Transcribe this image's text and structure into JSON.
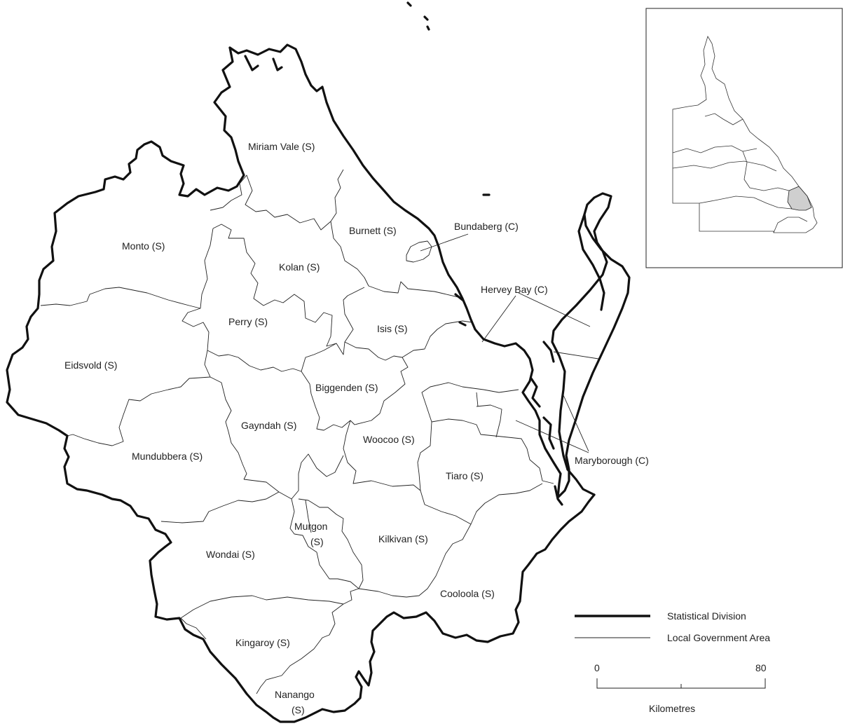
{
  "lga_labels": [
    {
      "id": "miriam-vale",
      "text": "Miriam Vale (S)"
    },
    {
      "id": "monto",
      "text": "Monto (S)"
    },
    {
      "id": "burnett",
      "text": "Burnett (S)"
    },
    {
      "id": "bundaberg",
      "text": "Bundaberg (C)"
    },
    {
      "id": "kolan",
      "text": "Kolan (S)"
    },
    {
      "id": "hervey-bay",
      "text": "Hervey Bay (C)"
    },
    {
      "id": "perry",
      "text": "Perry (S)"
    },
    {
      "id": "isis",
      "text": "Isis (S)"
    },
    {
      "id": "eidsvold",
      "text": "Eidsvold (S)"
    },
    {
      "id": "biggenden",
      "text": "Biggenden (S)"
    },
    {
      "id": "gayndah",
      "text": "Gayndah (S)"
    },
    {
      "id": "woocoo",
      "text": "Woocoo (S)"
    },
    {
      "id": "mundubbera",
      "text": "Mundubbera (S)"
    },
    {
      "id": "maryborough",
      "text": "Maryborough (C)"
    },
    {
      "id": "tiaro",
      "text": "Tiaro (S)"
    },
    {
      "id": "murgon-1",
      "text": "Murgon"
    },
    {
      "id": "murgon-2",
      "text": "(S)"
    },
    {
      "id": "kilkivan",
      "text": "Kilkivan (S)"
    },
    {
      "id": "wondai",
      "text": "Wondai (S)"
    },
    {
      "id": "cooloola",
      "text": "Cooloola (S)"
    },
    {
      "id": "kingaroy",
      "text": "Kingaroy (S)"
    },
    {
      "id": "nanango-1",
      "text": "Nanango"
    },
    {
      "id": "nanango-2",
      "text": "(S)"
    }
  ],
  "legend": {
    "statistical_division": "Statistical Division",
    "local_government_area": "Local Government Area"
  },
  "scale": {
    "min": "0",
    "max": "80",
    "unit": "Kilometres"
  },
  "colors": {
    "ink": "#111111",
    "inset_highlight": "#cfcfcf"
  }
}
